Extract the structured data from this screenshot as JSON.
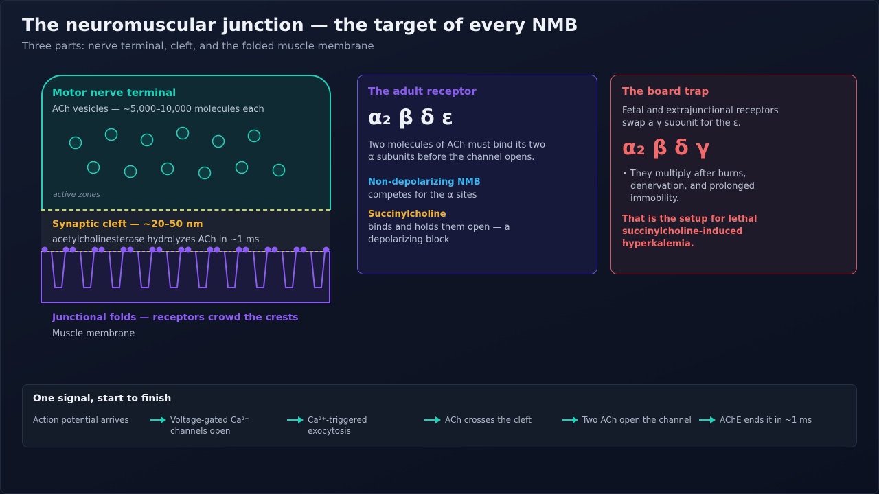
{
  "header": {
    "title": "The neuromuscular junction — the target of every NMB",
    "subtitle": "Three parts: nerve terminal, cleft, and the folded muscle membrane"
  },
  "nerve_terminal": {
    "title": "Motor nerve terminal",
    "subtitle": "ACh vesicles — ~5,000–10,000 molecules each",
    "zone_label": "active zones"
  },
  "cleft": {
    "title": "Synaptic cleft — ~20–50 nm",
    "subtitle": "acetylcholinesterase hydrolyzes ACh in ~1 ms"
  },
  "folds": {
    "title": "Junctional folds — receptors crowd the crests",
    "subtitle": "Muscle membrane"
  },
  "receptor_card": {
    "title": "The adult receptor",
    "formula": "α₂ β δ ε",
    "description_lines": [
      "Two molecules of ACh must bind its two",
      "α subunits before the channel opens."
    ],
    "nondep_title": "Non-depolarizing NMB",
    "nondep_text": "competes for the α sites",
    "sux_title": "Succinylcholine",
    "sux_lines": [
      "binds and holds them open — a",
      "depolarizing block"
    ]
  },
  "trap_card": {
    "title": "The board trap",
    "intro_lines": [
      "Fetal and extrajunctional receptors",
      "swap a γ subunit for the ε."
    ],
    "formula": "α₂ β δ γ",
    "bullet_lines": [
      "• They multiply after burns,",
      "denervation, and prolonged",
      "immobility."
    ],
    "warning_lines": [
      "That is the setup for lethal",
      "succinylcholine-induced",
      "hyperkalemia."
    ]
  },
  "signal": {
    "title": "One signal, start to finish",
    "steps": [
      {
        "line1": "Action potential arrives",
        "line2": ""
      },
      {
        "line1": "Voltage-gated Ca²⁺",
        "line2": "channels open"
      },
      {
        "line1": "Ca²⁺-triggered",
        "line2": "exocytosis"
      },
      {
        "line1": "ACh crosses the cleft",
        "line2": ""
      },
      {
        "line1": "Two ACh open the channel",
        "line2": ""
      },
      {
        "line1": "AChE ends it in ~1 ms",
        "line2": ""
      }
    ]
  },
  "colors": {
    "nerve": "#1fd1b9",
    "cleft": "#f2b233",
    "folds": "#8a5cf0",
    "receptor_accent": "#8a5cf0",
    "nondep": "#38b6f0",
    "trap": "#f26a6a",
    "arrow": "#1fd1b9"
  }
}
